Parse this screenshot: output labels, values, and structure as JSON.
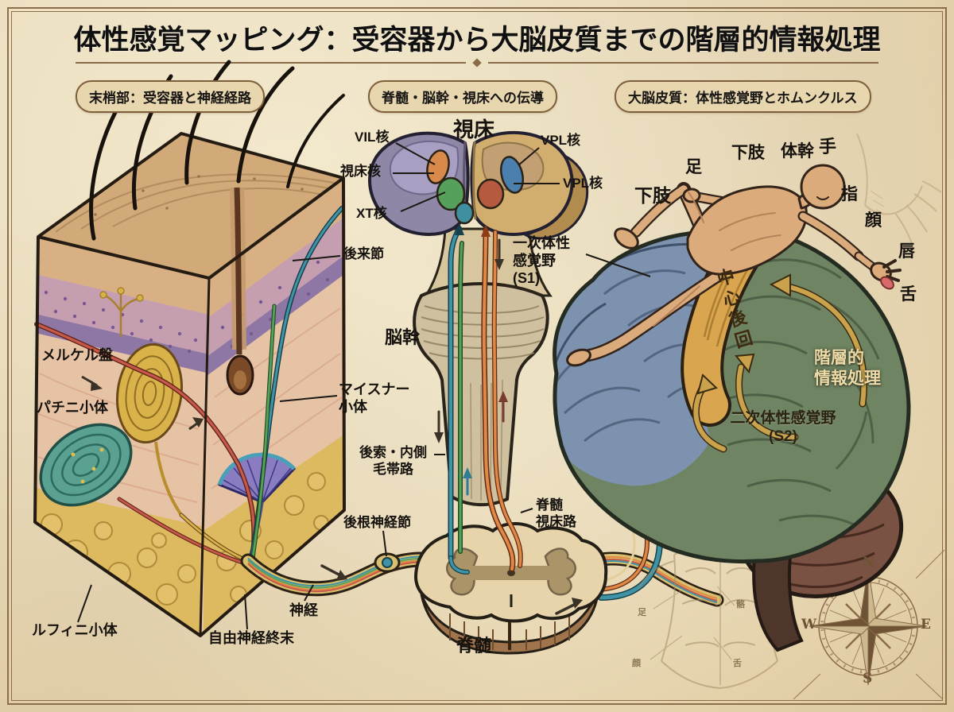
{
  "title": "体性感覚マッピング：受容器から大脳皮質までの階層的情報処理",
  "sections": {
    "peripheral": "末梢部：受容器と神経経路",
    "conduction": "脊髄・脳幹・視床への伝導",
    "cortex": "大脳皮質：体性感覚野とホムンクルス"
  },
  "skin_labels": {
    "merkel": "メルケル盤",
    "pacinian": "パチニ小体",
    "ruffini": "ルフィニ小体",
    "free_nerve_ending": "自由神経終末",
    "nerve": "神経",
    "meissner": "マイスナー\n小体",
    "dermal_node": "後来節"
  },
  "pathway_labels": {
    "thalamus": "視床",
    "vil_nucleus": "VIL核",
    "thalamic_nucleus": "視床核",
    "xt_nucleus": "XT核",
    "vpl_nucleus_1": "VPL核",
    "vpl_nucleus_2": "VPL核",
    "brainstem": "脳幹",
    "dcml": "後索・内側\n毛帯路",
    "dorsal_root_ganglion": "後根神経節",
    "spinothalamic": "脊髄\n視床路",
    "spinal_cord": "脊髄"
  },
  "cortex_labels": {
    "s1": "一次体性\n感覚野\n(S1)",
    "postcentral_gyrus": "中心後回",
    "hierarchical": "階層的\n情報処理",
    "s2": "二次体性感覚野\n(S2)",
    "homunculus": {
      "lower_limb_left": "下肢",
      "foot": "足",
      "lower_limb": "下肢",
      "trunk": "体幹",
      "hand": "手",
      "finger": "指",
      "face": "顔",
      "lips": "唇",
      "tongue": "舌"
    }
  },
  "sketch_labels": {
    "foot": "足",
    "pelvis": "骼",
    "face": "顔",
    "tongue": "舌"
  },
  "compass": {
    "n": "N",
    "e": "E",
    "s": "S",
    "w": "W"
  },
  "colors": {
    "parchment": "#ecdfc0",
    "frame": "#8d6e4b",
    "blue_cortex": "#7d92ae",
    "green_cortex": "#6f8463",
    "postcentral_band": "#d9a54e",
    "cerebellum": "#7a5243",
    "dcml_tract": "#3f93a5",
    "spinothalamic_tract": "#e08844",
    "nerve_yellow": "#d9c070",
    "skin_tone": "#dcab7c",
    "fat": "#ddba60",
    "dermis": "#e7c3a6"
  }
}
